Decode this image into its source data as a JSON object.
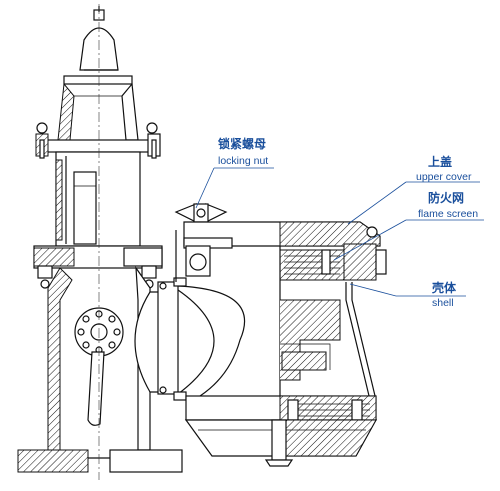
{
  "colors": {
    "label": "#1a4f9c",
    "line": "#111111"
  },
  "labels": {
    "locking_nut": {
      "cn": "锁紧螺母",
      "en": "locking nut"
    },
    "upper_cover": {
      "cn": "上盖",
      "en": "upper cover"
    },
    "flame_screen": {
      "cn": "防火网",
      "en": "flame screen"
    },
    "shell": {
      "cn": "壳体",
      "en": "shell"
    }
  }
}
